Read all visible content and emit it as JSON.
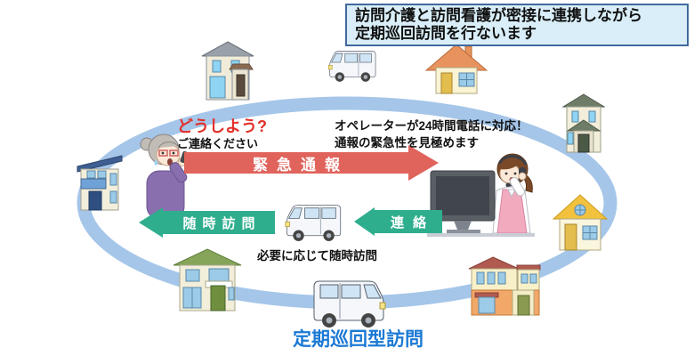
{
  "header": {
    "line1": "訪問介護と訪問看護が密接に連携しながら",
    "line2": "定期巡回訪問を行ないます"
  },
  "caller": {
    "headline": "どうしよう?",
    "request": "ご連絡ください"
  },
  "operator_note": {
    "line1": "オペレーターが24時間電話に対応！",
    "line2": "通報の緊急性を見極めます"
  },
  "arrows": {
    "emergency_label": "緊急通報",
    "visit_label": "随時訪問",
    "contact_label": "連絡"
  },
  "captions": {
    "visit_note": "必要に応じて随時訪問",
    "bottom_title": "定期巡回型訪問"
  },
  "icons": {
    "route": "oval-route-path",
    "houses": [
      "house-gray-roof",
      "house-orange-roof",
      "house-olive-roof",
      "house-yellow-roof",
      "house-two-tone",
      "house-green-roof",
      "house-modern-blue"
    ],
    "cars": [
      "care-van-top",
      "care-van-middle",
      "care-van-bottom"
    ],
    "people": [
      "elderly-woman-calling",
      "call-center-operator"
    ]
  },
  "colors": {
    "red_arrow": "#e0635c",
    "green_arrow": "#2fae8e",
    "route": "#a5c6e9",
    "title_bg": "#d9eef8",
    "title_border": "#41699e",
    "red_text": "#e2302a",
    "blue_text": "#1b79d4"
  }
}
